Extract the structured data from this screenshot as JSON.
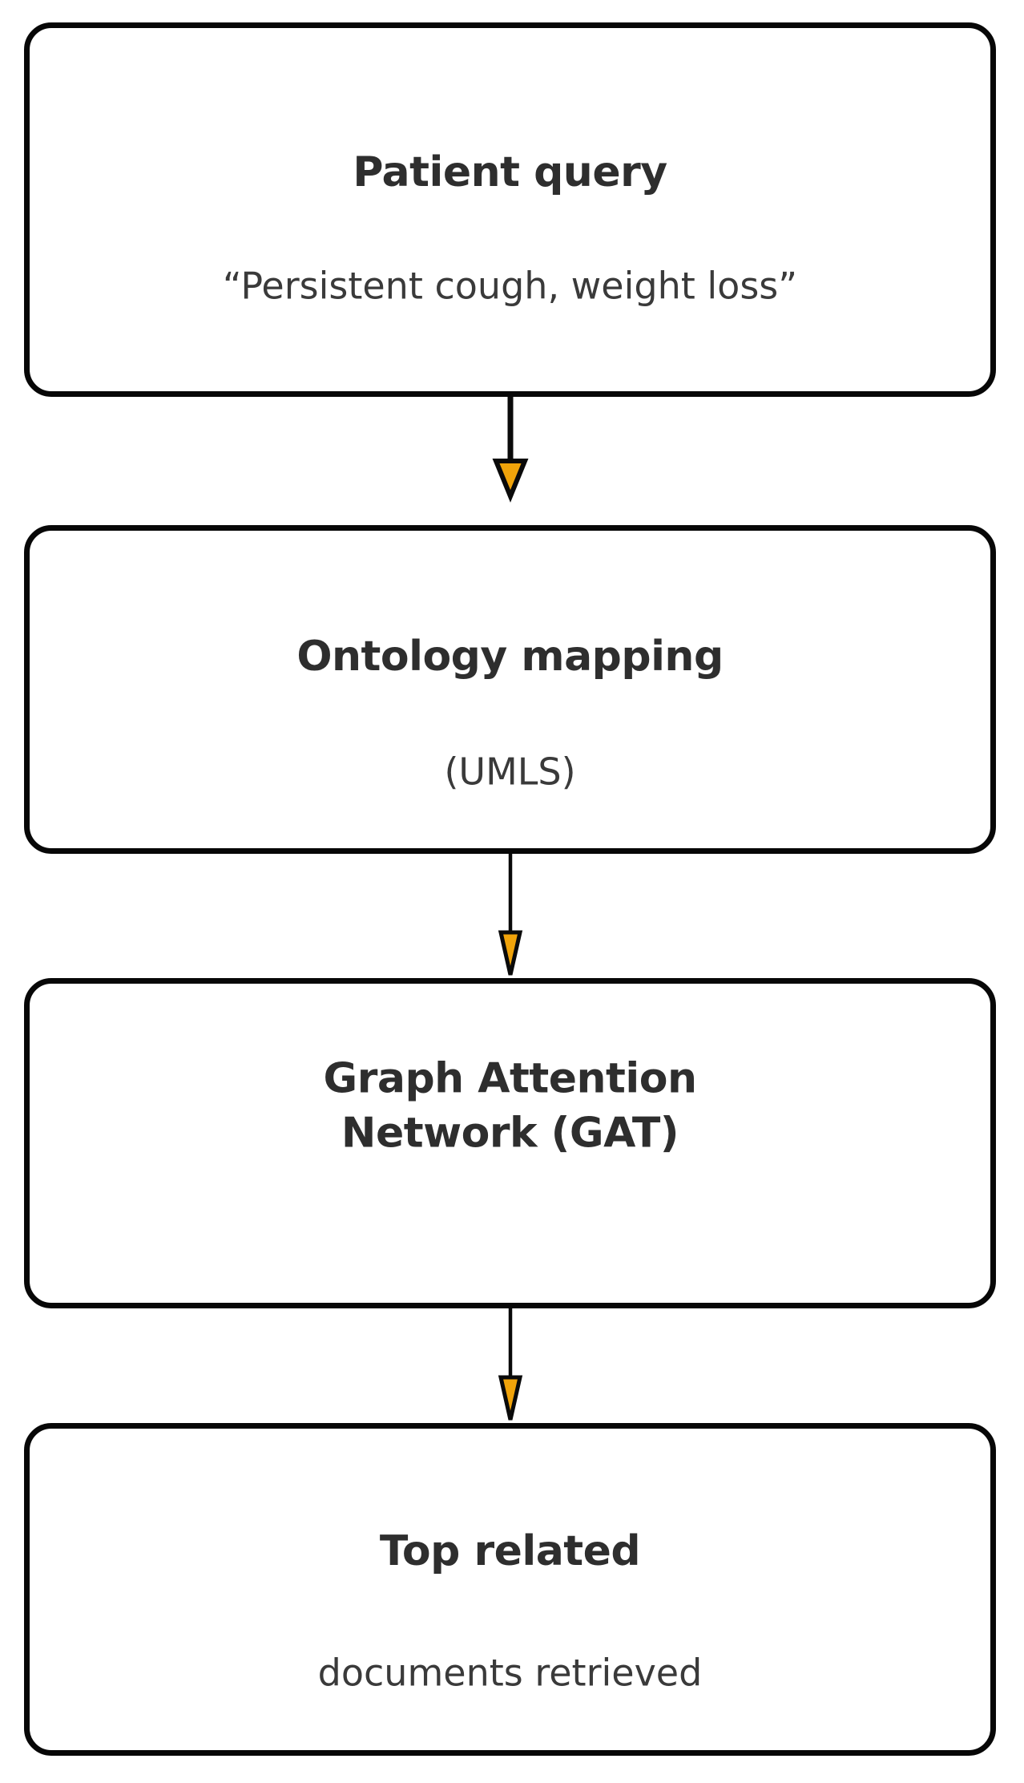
{
  "diagram": {
    "type": "flowchart",
    "direction": "top-to-bottom",
    "nodes": [
      {
        "id": "patient-query",
        "title": "Patient query",
        "subtitle": "“Persistent cough, weight loss”"
      },
      {
        "id": "ontology-mapping",
        "title": "Ontology mapping",
        "subtitle": "(UMLS)"
      },
      {
        "id": "graph-attention-network",
        "title": "Graph Attention\nNetwork (GAT)"
      },
      {
        "id": "top-related",
        "title": "Top related",
        "subtitle": "documents retrieved"
      }
    ],
    "connectors": [
      {
        "from": "patient-query",
        "to": "ontology-mapping"
      },
      {
        "from": "ontology-mapping",
        "to": "graph-attention-network"
      },
      {
        "from": "graph-attention-network",
        "to": "top-related"
      }
    ],
    "colors": {
      "background": "#FFFFFF",
      "box_fill": "#FFFFFF",
      "box_border": "#070707",
      "connector_line": "#0A0A0A",
      "arrowhead_fill": "#F0A30A",
      "title_text": "#2E2E2E",
      "subtitle_text": "#3A3A3A"
    }
  }
}
